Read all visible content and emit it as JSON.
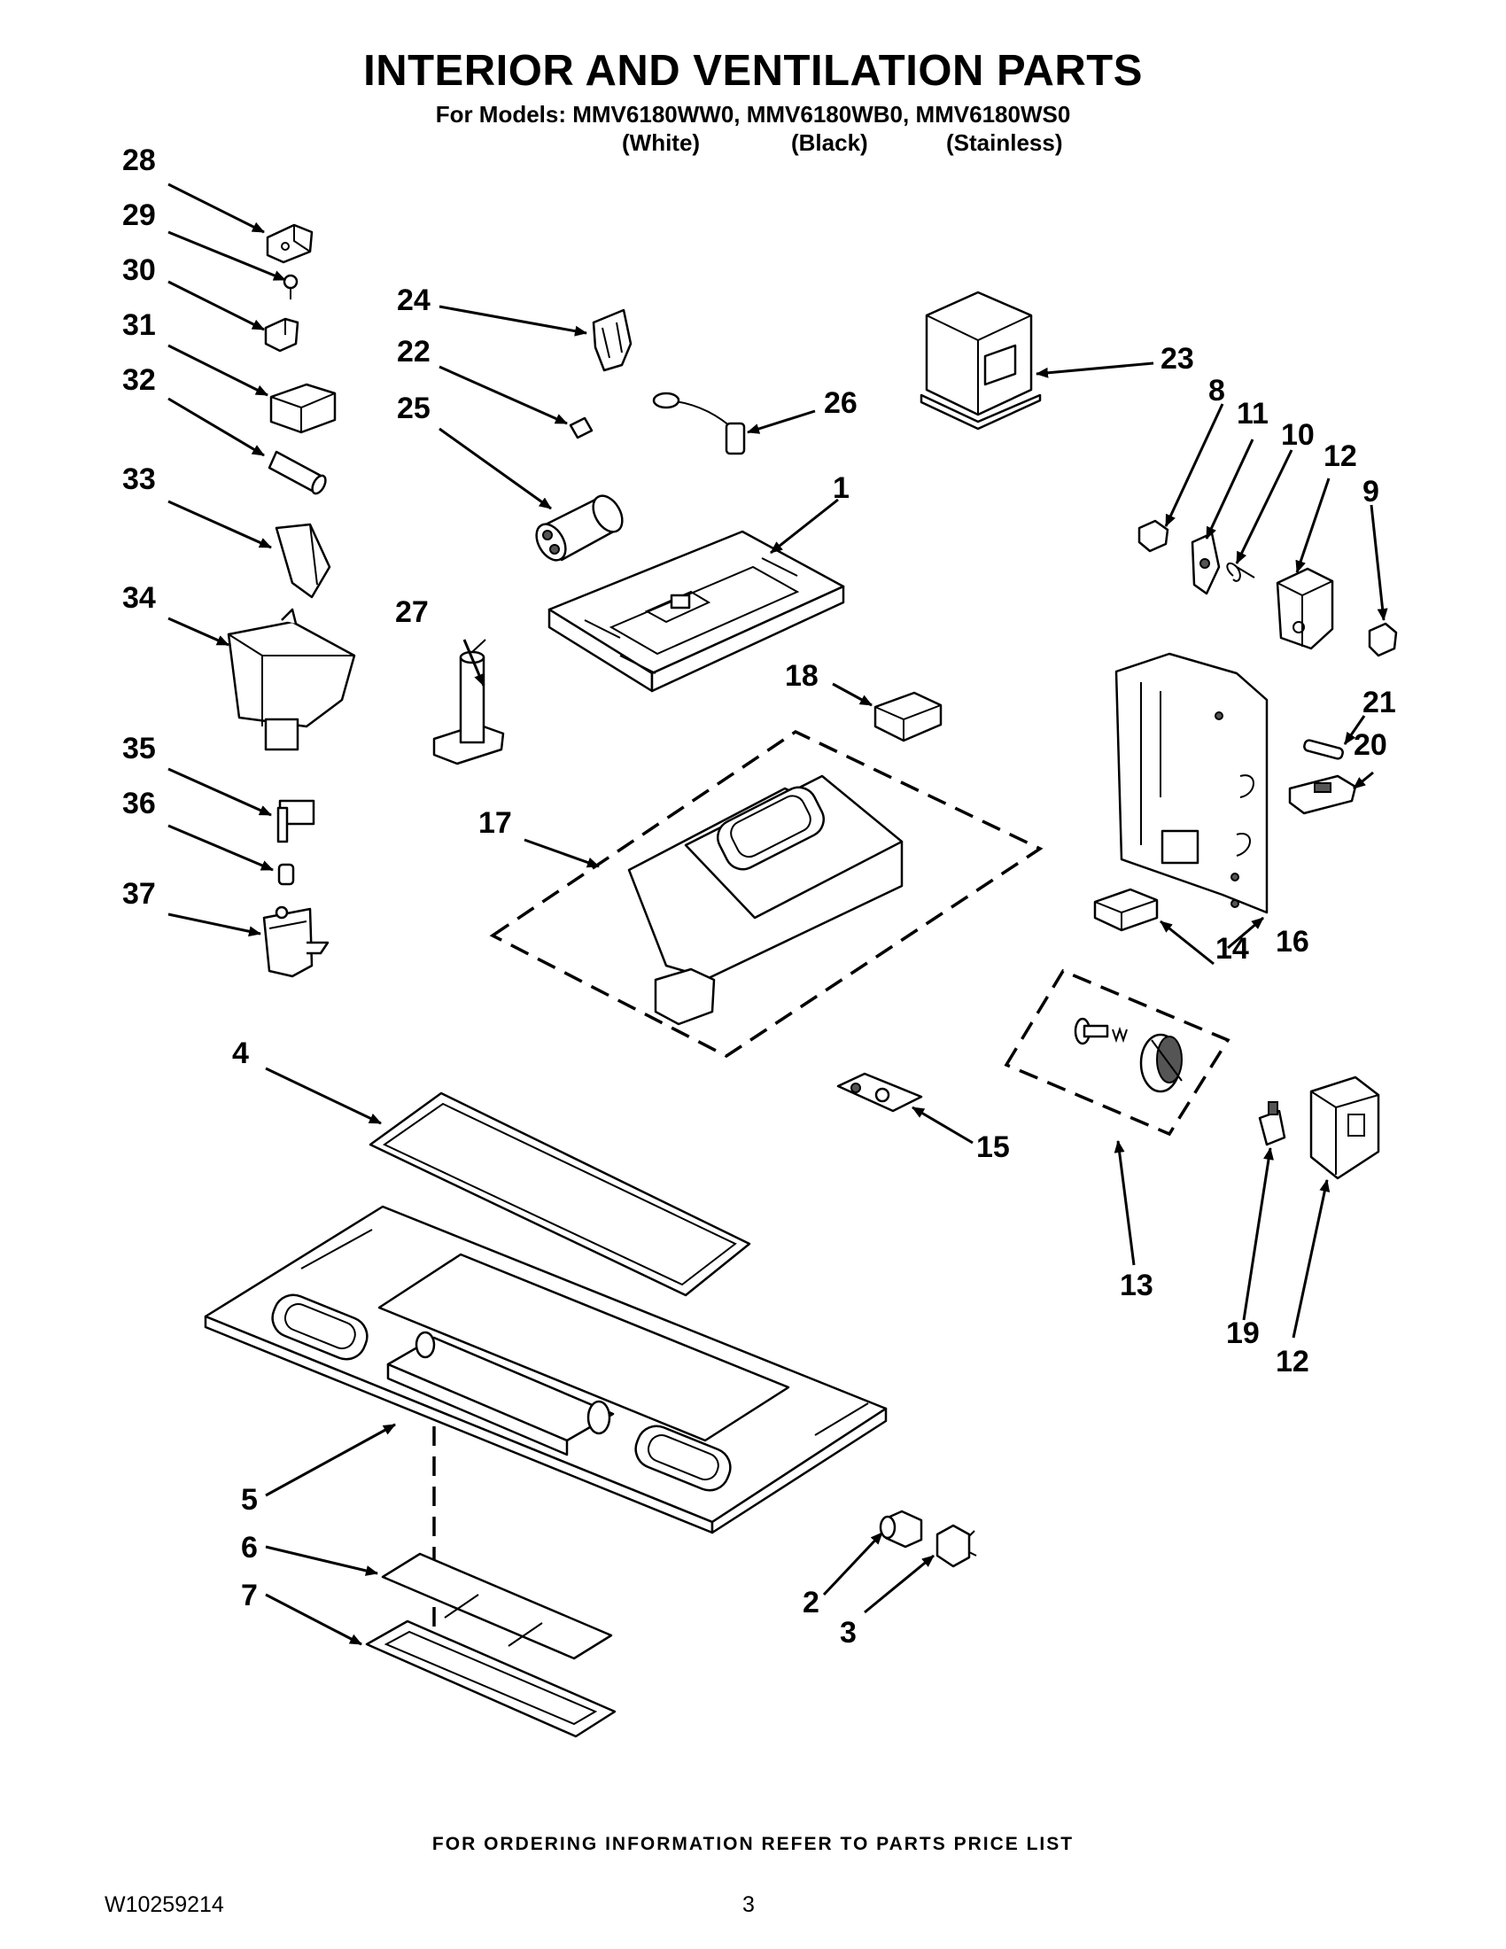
{
  "header": {
    "title": "INTERIOR AND VENTILATION PARTS",
    "models_line": "For Models: MMV6180WW0, MMV6180WB0, MMV6180WS0",
    "variants": [
      "(White)",
      "(Black)",
      "(Stainless)"
    ]
  },
  "diagram": {
    "labels": [
      "1",
      "2",
      "3",
      "4",
      "5",
      "6",
      "7",
      "8",
      "9",
      "10",
      "11",
      "12",
      "12",
      "13",
      "14",
      "15",
      "16",
      "17",
      "18",
      "19",
      "20",
      "21",
      "22",
      "23",
      "24",
      "25",
      "26",
      "27",
      "28",
      "29",
      "30",
      "31",
      "32",
      "33",
      "34",
      "35",
      "36",
      "37"
    ]
  },
  "footer": {
    "note": "FOR ORDERING INFORMATION REFER TO PARTS PRICE LIST",
    "doc_number": "W10259214",
    "page_number": "3"
  }
}
